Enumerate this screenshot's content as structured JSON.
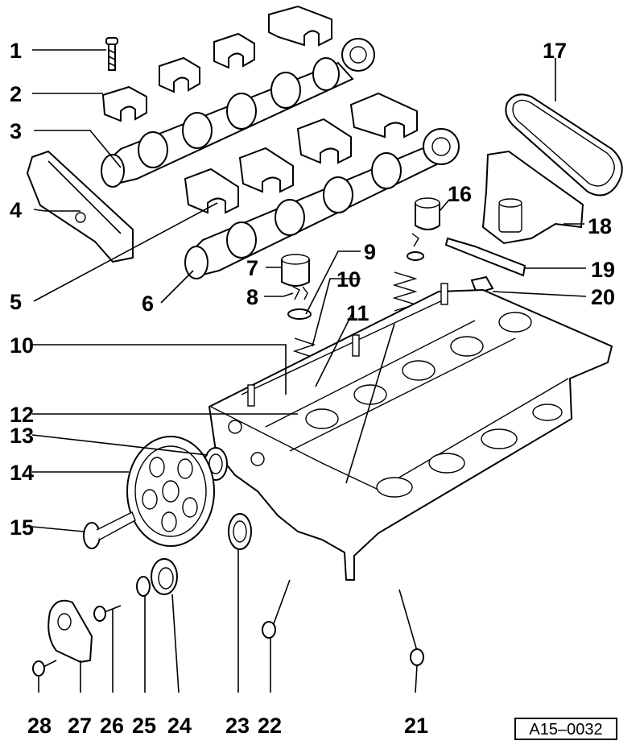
{
  "diagram": {
    "callouts": [
      "1",
      "2",
      "3",
      "4",
      "5",
      "6",
      "7",
      "8",
      "9",
      "10",
      "10",
      "11",
      "12",
      "13",
      "14",
      "15",
      "16",
      "17",
      "18",
      "19",
      "20",
      "21",
      "22",
      "23",
      "24",
      "25",
      "26",
      "27",
      "28"
    ],
    "reference_code": "A15–0032"
  }
}
